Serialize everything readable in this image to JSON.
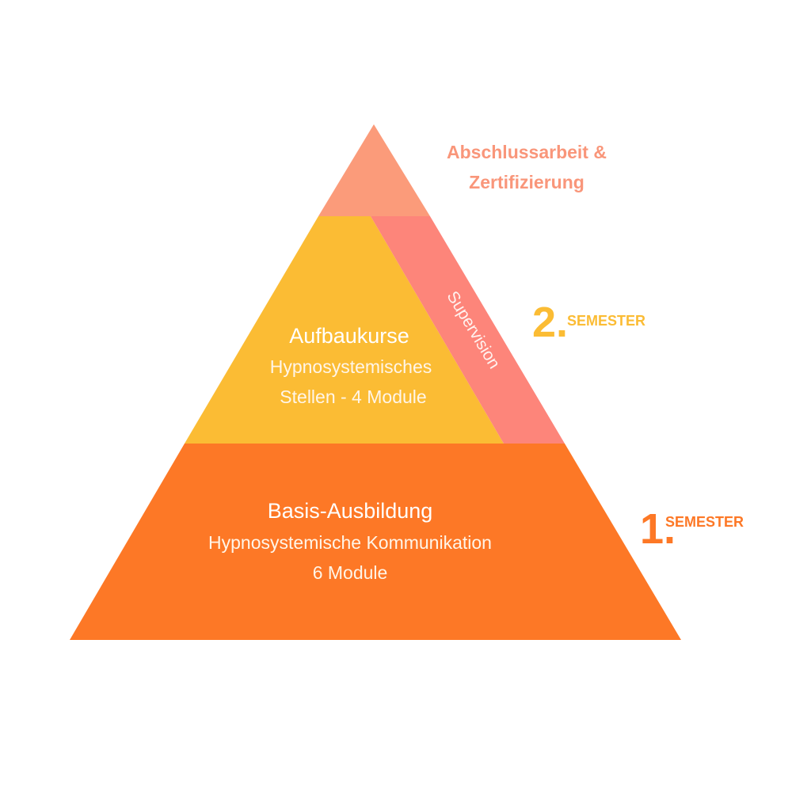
{
  "colors": {
    "top": "#fb9b7a",
    "middle": "#fbbc34",
    "supervision": "#fd857a",
    "base": "#fd7826",
    "top_label": "#f9967a",
    "semester2": "#fbbc34",
    "semester1": "#fd7826"
  },
  "top_layer": {
    "line1": "Abschlussarbeit &",
    "line2": "Zertifizierung"
  },
  "supervision": {
    "label": "Supervision"
  },
  "middle_layer": {
    "title": "Aufbaukurse",
    "line1": "Hypnosystemisches",
    "line2": "Stellen - 4 Module"
  },
  "base_layer": {
    "title": "Basis-Ausbildung",
    "line1": "Hypnosystemische Kommunikation",
    "line2": "6 Module"
  },
  "semester2": {
    "number": "2.",
    "label": "SEMESTER"
  },
  "semester1": {
    "number": "1.",
    "label": "SEMESTER"
  }
}
